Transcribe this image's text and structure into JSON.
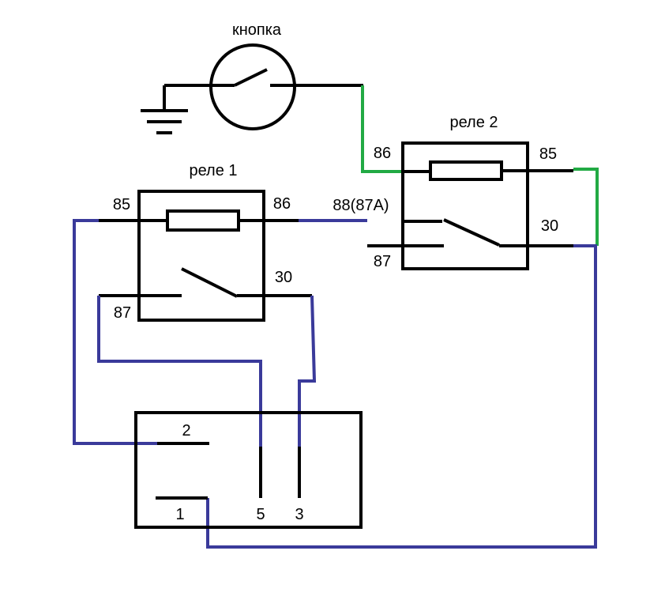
{
  "colors": {
    "component": "#000000",
    "wire_blue": "#3a3a9a",
    "wire_green": "#22aa44",
    "background": "#ffffff"
  },
  "button": {
    "label": "кнопка"
  },
  "relay1": {
    "label": "реле 1",
    "pin85": "85",
    "pin86": "86",
    "pin87": "87",
    "pin30": "30"
  },
  "relay2": {
    "label": "реле 2",
    "pin86": "86",
    "pin85": "85",
    "pin88": "88(87A)",
    "pin87": "87",
    "pin30": "30"
  },
  "connector": {
    "pin2": "2",
    "pin1": "1",
    "pin5": "5",
    "pin3": "3"
  }
}
